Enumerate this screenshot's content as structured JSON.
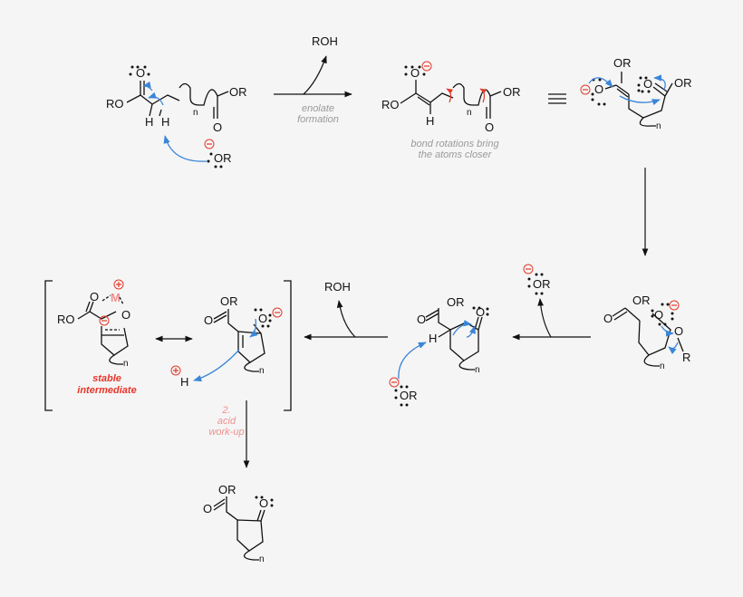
{
  "step1": {
    "reagent_top": "ROH",
    "caption": [
      "enolate",
      "formation"
    ],
    "start_labels": {
      "ro": "RO",
      "h_alpha": "H",
      "h_abstracted": "H",
      "n": "n",
      "or_right": "OR"
    },
    "base": "OR"
  },
  "enolate": {
    "ro": "RO",
    "h": "H",
    "n": "n",
    "or_right": "OR",
    "caption": [
      "bond rotations bring",
      "the atoms closer"
    ]
  },
  "rotated": {
    "or_top": "OR",
    "or_right": "OR",
    "n": "n"
  },
  "tetrahedral": {
    "or_left": "OR",
    "r": "R",
    "n": "n"
  },
  "alkoxide_leaving": "OR",
  "ketoester": {
    "or": "OR",
    "h": "H",
    "n": "n",
    "base": "OR"
  },
  "reagent_mid": "ROH",
  "bracket": {
    "enolate_or": "OR",
    "n": "n",
    "proton": "H",
    "chelate_ro": "RO",
    "metal": "M",
    "chelate_n": "n",
    "stable_caption": [
      "stable",
      "intermediate"
    ]
  },
  "workup": [
    "2.",
    "acid",
    "work-up"
  ],
  "product": {
    "or": "OR",
    "n": "n"
  }
}
